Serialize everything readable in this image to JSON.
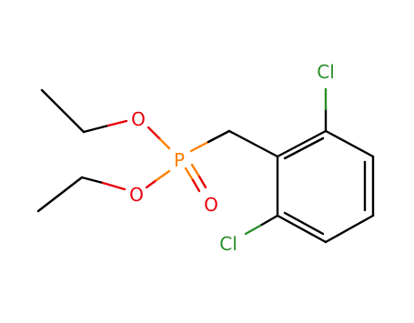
{
  "molecule": {
    "atoms": {
      "O1": {
        "symbol": "O",
        "color": "#e8000b"
      },
      "O2": {
        "symbol": "O",
        "color": "#e8000b"
      },
      "O3": {
        "symbol": "O",
        "color": "#e8000b"
      },
      "P": {
        "symbol": "P",
        "color": "#ff8000"
      },
      "Cl1": {
        "symbol": "Cl",
        "color": "#2a8f2a"
      },
      "Cl2": {
        "symbol": "Cl",
        "color": "#2a8f2a"
      }
    },
    "colors": {
      "bond": "#000000",
      "background": "#ffffff"
    }
  }
}
